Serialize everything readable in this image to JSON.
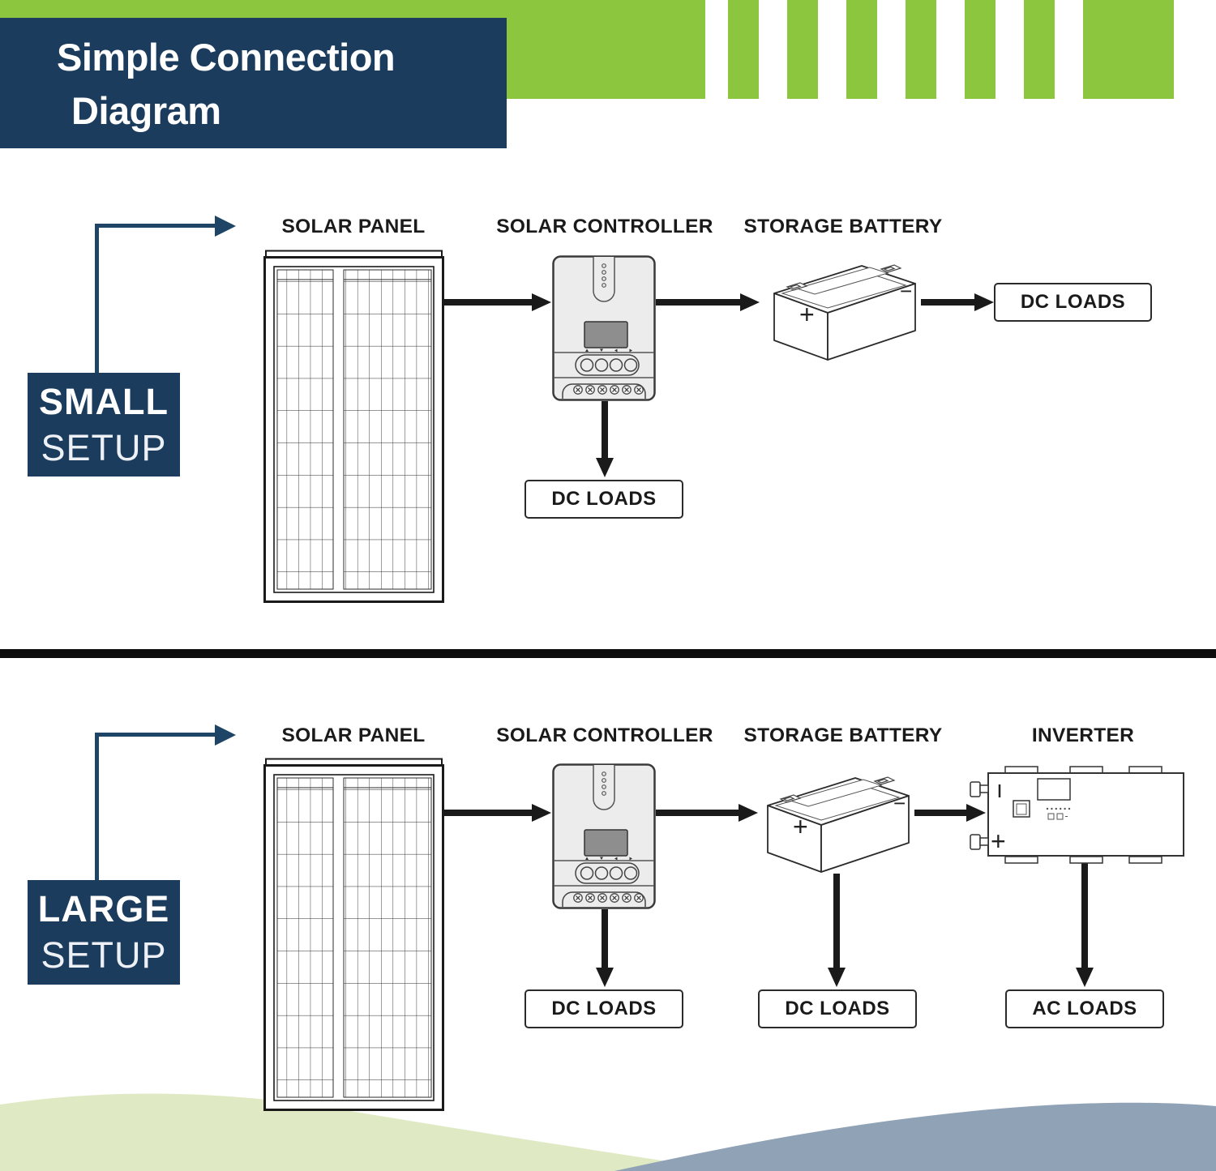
{
  "header": {
    "title_line1": "Simple Connection",
    "title_line2": "Diagram"
  },
  "small_setup": {
    "badge_line1": "SMALL",
    "badge_line2": "SETUP",
    "labels": {
      "solar_panel": "SOLAR PANEL",
      "solar_controller": "SOLAR CONTROLLER",
      "storage_battery": "STORAGE BATTERY"
    },
    "battery_plus": "+",
    "battery_minus": "−",
    "dc_loads_from_battery": "DC LOADS",
    "dc_loads_from_controller": "DC LOADS"
  },
  "large_setup": {
    "badge_line1": "LARGE",
    "badge_line2": "SETUP",
    "labels": {
      "solar_panel": "SOLAR PANEL",
      "solar_controller": "SOLAR CONTROLLER",
      "storage_battery": "STORAGE BATTERY",
      "inverter": "INVERTER"
    },
    "battery_plus": "+",
    "battery_minus": "−",
    "inverter_plus": "+",
    "dc_loads_from_controller": "DC LOADS",
    "dc_loads_from_battery": "DC LOADS",
    "ac_loads_from_inverter": "AC LOADS"
  },
  "colors": {
    "brand_green": "#8CC63E",
    "navy": "#1C3C5E",
    "connector_navy": "#1E4566",
    "ink": "#1a1a1a",
    "wave_green": "#DFEAC4",
    "wave_blue": "#8FA2B6",
    "device_gray": "#ECECEC",
    "lcd_gray": "#8E8E8E"
  }
}
